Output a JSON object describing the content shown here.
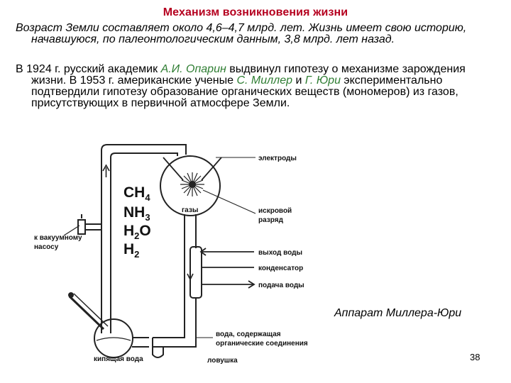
{
  "title": "Механизм возникновения жизни",
  "paragraph1": "Возраст Земли составляет около 4,6–4,7 млрд. лет. Жизнь имеет свою историю, начавшуюся, по палеонтологическим данным, 3,8 млрд. лет назад.",
  "paragraph2": {
    "part1": "В 1924 г. русский академик ",
    "oparin": "А.И. Опарин",
    "part2": " выдвинул гипотезу о механизме зарождения жизни. В 1953 г. американские ученые ",
    "miller": "С. Миллер",
    "and": " и ",
    "urey": "Г. Юри",
    "part3": " экспериментально подтвердили гипотезу образование органических веществ (мономеров) из газов, присутствующих в первичной атмосфере Земли."
  },
  "colors": {
    "title": "#b5001f",
    "names": "#2e7d32"
  },
  "diagram": {
    "labels": {
      "electrodes": "электроды",
      "gases": "газы",
      "spark_line1": "искровой",
      "spark_line2": "разряд",
      "water_out": "выход воды",
      "condenser": "конденсатор",
      "water_in": "подача воды",
      "vacuum_line1": "к вакуумному",
      "vacuum_line2": "насосу",
      "water_line1": "вода, содержащая",
      "water_line2": "органические соединения",
      "boiling_water": "кипящая вода",
      "trap": "ловушка"
    },
    "formulas": [
      "CH",
      "NH",
      "H",
      "H"
    ],
    "subscripts": [
      "4",
      "3",
      "2",
      "2"
    ],
    "formula_suffix": [
      "",
      "",
      "O",
      ""
    ]
  },
  "caption": "Аппарат Миллера-Юри",
  "page_number": "38"
}
